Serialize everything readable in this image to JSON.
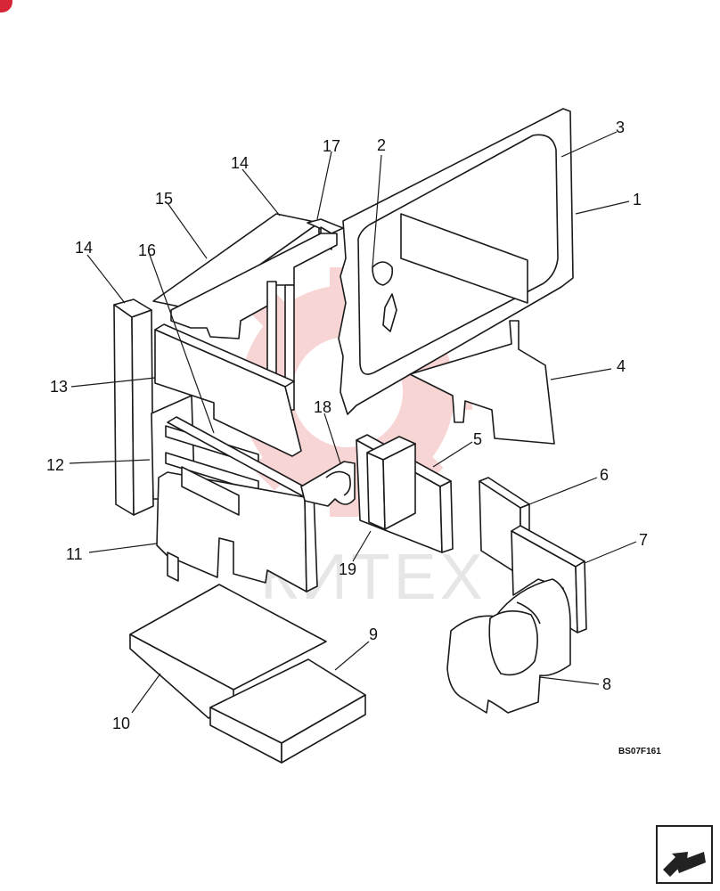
{
  "diagram": {
    "drawing_code": "BS07F161",
    "watermark_text": "КИТЕХ",
    "callouts": [
      "1",
      "2",
      "3",
      "4",
      "5",
      "6",
      "7",
      "8",
      "9",
      "10",
      "11",
      "12",
      "13",
      "14",
      "14",
      "15",
      "16",
      "17",
      "18",
      "19"
    ]
  },
  "colors": {
    "line": "#1a1a1a",
    "watermark_gear": "#f7c9c9",
    "badge": "#d72638"
  },
  "nav": {
    "icon": "exit-arrow-icon"
  }
}
